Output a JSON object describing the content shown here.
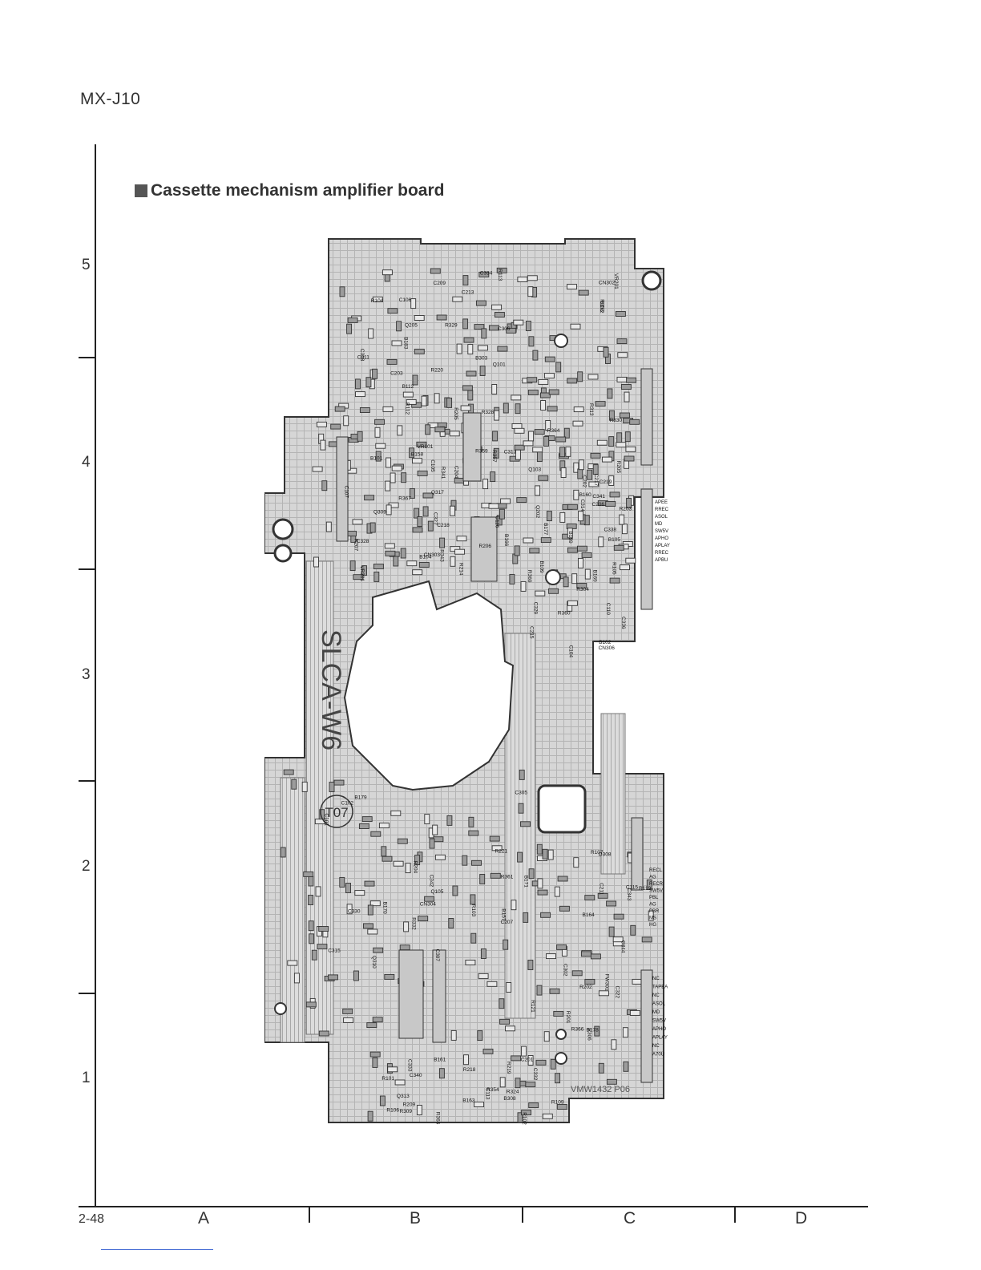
{
  "header": {
    "model": "MX-J10"
  },
  "figure": {
    "title": "Cassette mechanism amplifier board",
    "board_silkscreen": "SLCA-W6",
    "circle_marker": "T07",
    "part_code": "VMW1432 P06",
    "component_labels": [
      "VR201",
      "VR101",
      "VR301",
      "C202",
      "C102",
      "R202",
      "R102",
      "C306",
      "Q309",
      "B101",
      "B102",
      "Q310",
      "R306",
      "R324",
      "B183",
      "R328",
      "C328",
      "C329",
      "C330",
      "C322",
      "C340",
      "CN302",
      "B158",
      "B159",
      "R203",
      "R103",
      "C332",
      "C333",
      "C334",
      "R341",
      "R343",
      "C338",
      "B157",
      "R366",
      "R354",
      "R353",
      "R364",
      "R357",
      "CN306",
      "CN304",
      "D308",
      "R365",
      "C318",
      "R367",
      "Q317",
      "C341",
      "C342",
      "FW301",
      "B161",
      "B162",
      "B160",
      "B166",
      "R304",
      "C305",
      "B164",
      "B163",
      "R220",
      "R205",
      "B104",
      "B109",
      "Q105",
      "R119",
      "R219",
      "Q205",
      "B105",
      "CN303",
      "B169",
      "B170",
      "B171",
      "R109",
      "R113",
      "R112",
      "C116",
      "C110",
      "B179",
      "R107",
      "R106",
      "C106",
      "C105",
      "R105",
      "C104",
      "C101",
      "B178",
      "R101",
      "R104",
      "R207",
      "R206",
      "C206",
      "C207",
      "C344",
      "C201",
      "C203",
      "C204",
      "R205",
      "B177",
      "R204",
      "R201",
      "R209",
      "C209",
      "B112",
      "R214",
      "Q202",
      "R221",
      "R121",
      "Q313",
      "B303",
      "R359",
      "R369",
      "R360",
      "R361",
      "C115",
      "C113",
      "Q101",
      "C107",
      "Q103",
      "C219",
      "R332",
      "C211",
      "R218",
      "C213",
      "C217",
      "C218",
      "C215",
      "C307",
      "C302",
      "B308",
      "C311",
      "R313",
      "C313",
      "C314",
      "C315",
      "C343",
      "R309",
      "R329",
      "R330",
      "C327",
      "C336"
    ],
    "connector_pins_cn306": [
      "APEE",
      "RREC",
      "ASOL",
      "MD",
      "SW5V",
      "APHO",
      "APLAY",
      "RREC",
      "APBU"
    ],
    "connector_pins_mid": [
      "RECL",
      "AG",
      "RECR",
      "SW5V",
      "PBL",
      "AG",
      "PBR",
      "MS",
      "HG"
    ],
    "connector_pins_cn303": [
      "NC",
      "TAPEA",
      "NC",
      "ASOL",
      "MD",
      "SW5V",
      "APHO",
      "APLAY",
      "NC",
      "A70U"
    ]
  },
  "axes": {
    "rows": [
      "5",
      "4",
      "3",
      "2",
      "1"
    ],
    "columns": [
      "A",
      "B",
      "C",
      "D"
    ]
  },
  "footer": {
    "page": "2-48"
  }
}
